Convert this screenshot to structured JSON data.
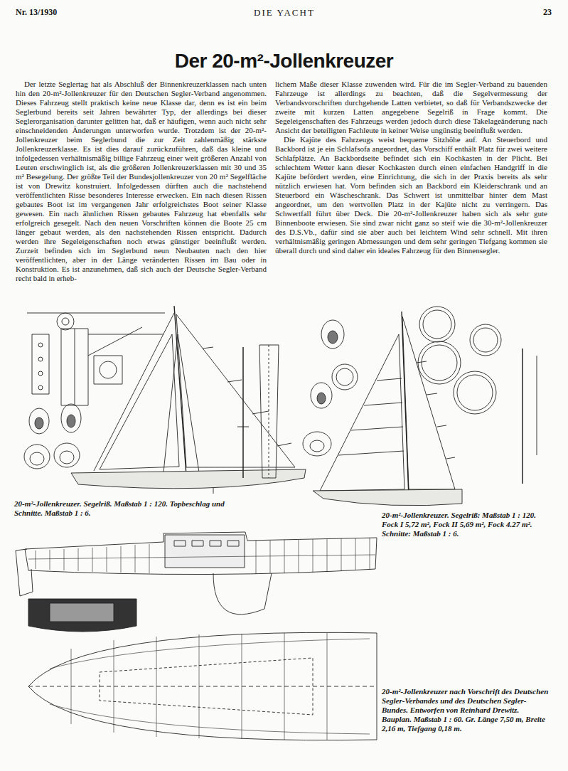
{
  "diagram": {
    "title": "Der 20-m²-Jollenkreuzer",
    "labels": [
      "Nr. 13/1930",
      "DIE YACHT",
      "23",
      "Der letzte Seglertag hat als Abschluß der Binnenkreuzerklassen nach unten hin den 20-m²-Jollenkreuzer für den Deutschen Segler-Verband angenommen. Dieses Fahrzeug stellt praktisch keine neue Klasse dar, denn es ist ein beim Seglerbund bereits seit Jahren bewährter Typ, der allerdings bei dieser Seglerorganisation darunter gelitten hat, daß er häufigen, wenn auch nicht sehr einschneidenden Änderungen unterworfen wurde. Trotzdem ist der 20-m²-Jollenkreuzer beim Seglerbund die zur Zeit zahlenmäßig stärkste Jollenkreuzerklasse. Es ist dies darauf zurückzuführen, daß das kleine und infolgedessen verhältnismäßig billige Fahrzeug einer weit größeren Anzahl von Leuten erschwinglich ist, als die größeren Jollenkreuzerklassen mit 30 und 35 m² Besegelung. Der größte Teil der Bundesjollenkreuzer von 20 m² Segelfläche ist von Drewitz konstruiert. Infolgedessen dürften auch die nachstehend veröffentlichten Risse besonderes Interesse erwecken. Ein nach diesen Rissen gebautes Boot ist im vergangenen Jahr erfolgreichstes Boot seiner Klasse gewesen. Ein nach ähnlichen Rissen gebautes Fahrzeug hat ebenfalls sehr erfolgreich gesegelt. Nach den neuen Vorschriften können die Boote 25 cm länger gebaut werden, als den nachstehenden Rissen entspricht. Dadurch werden ihre Segeleigenschaften noch etwas günstiger beeinflußt werden. Zurzeit befinden sich im Seglerbund neun Neubauten nach den hier veröffentlichten, aber in der Länge veränderten Rissen im Bau oder in Konstruktion. Es ist anzunehmen, daß sich auch der Deutsche Segler-Verband recht bald in erheb-",
      "lichem Maße dieser Klasse zuwenden wird. Für die im Segler-Verband zu bauenden Fahrzeuge ist allerdings zu beachten, daß die Segelvermessung der Verbandsvorschriften durchgehende Latten verbietet, so daß für Verbandszwecke der zweite mit kurzen Latten angegebene Segelriß in Frage kommt. Die Segeleigenschaften des Fahrzeugs werden jedoch durch diese Takelageänderung nach Ansicht der beteiligten Fachleute in keiner Weise ungünstig beeinflußt werden.",
      "Die Kajüte des Fahrzeugs weist bequeme Sitzhöhe auf. An Steuerbord und Backbord ist je ein Schlafsofa angeordnet, das Vorschiff enthält Platz für zwei weitere Schlafplätze. An Backbordseite befindet sich ein Kochkasten in der Plicht. Bei schlechtem Wetter kann dieser Kochkasten durch einen einfachen Handgriff in die Kajüte befördert werden, eine Einrichtung, die sich in der Praxis bereits als sehr nützlich erwiesen hat. Vorn befinden sich an Backbord ein Kleiderschrank und an Steuerbord ein Wäscheschrank. Das Schwert ist unmittelbar hinter dem Mast angeordnet, um den wertvollen Platz in der Kajüte nicht zu verringern. Das Schwertfall führt über Deck. Die 20-m²-Jollenkreuzer haben sich als sehr gute Binnenboote erwiesen. Sie sind zwar nicht ganz so steif wie die 30-m²-Jollenkreuzer des D.S.Vb., dafür sind sie aber auch bei leichtem Wind sehr schnell. Mit ihren verhältnismäßig geringen Abmessungen und dem sehr geringen Tiefgang kommen sie überall durch und sind daher ein ideales Fahrzeug für den Binnensegler.",
      "20-m²-Jollenkreuzer. Segelriß. Maßstab 1 : 120. Topbeschlag und Schnitte. Maßstab 1 : 6.",
      "20-m²-Jollenkreuzer. Segelriß: Maßstab 1 : 120. Fock I 5,72 m², Fock II 5,69 m², Fock 4.27 m². Schnitte: Maßstab 1 : 6.",
      "20-m²-Jollenkreuzer nach Vorschrift des Deutschen Segler-Verbandes und des Deutschen Segler-Bundes. Entworfen von Reinhard Drewitz. Bauplan. Maßstab 1 : 60. Gr. Länge 7,50 m, Breite 2,16 m, Tiefgang 0,18 m."
    ]
  }
}
